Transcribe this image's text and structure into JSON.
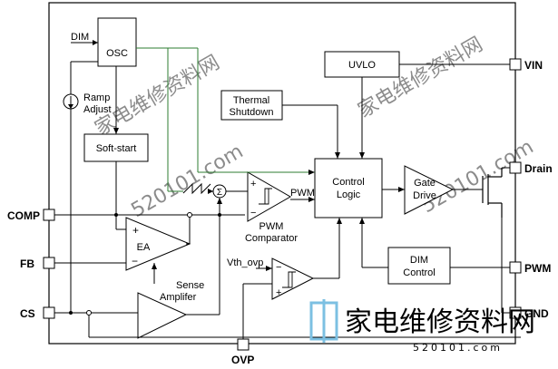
{
  "colors": {
    "line": "#000000",
    "osc_output": "#2e7d32",
    "watermark": "#8fc9e6",
    "background": "#ffffff"
  },
  "pins": {
    "vin": "VIN",
    "drain": "Drain",
    "pwm": "PWM",
    "gnd": "GND",
    "comp": "COMP",
    "fb": "FB",
    "cs": "CS",
    "ovp": "OVP"
  },
  "blocks": {
    "osc": "OSC",
    "uvlo": "UVLO",
    "thermal_line1": "Thermal",
    "thermal_line2": "Shutdown",
    "softstart": "Soft-start",
    "control_line1": "Control",
    "control_line2": "Logic",
    "gate_line1": "Gate",
    "gate_line2": "Drive",
    "dim_line1": "DIM",
    "dim_line2": "Control",
    "ea": "EA"
  },
  "labels": {
    "dim_input": "DIM",
    "ramp_line1": "Ramp",
    "ramp_line2": "Adjust",
    "pwm_signal": "PWM",
    "pwm_comp_line1": "PWM",
    "pwm_comp_line2": "Comparator",
    "sense_line1": "Sense",
    "sense_line2": "Amplifer",
    "vth_ovp": "Vth_ovp",
    "sigma": "Σ",
    "plus": "+",
    "minus": "−"
  },
  "watermark": {
    "chinese": "家电维修资料网",
    "url": "520101.com"
  },
  "icons": {
    "sawtooth": "sawtooth-wave-icon",
    "current_source": "current-source-icon",
    "hysteresis": "hysteresis-icon",
    "mosfet": "nmos-transistor-icon"
  }
}
